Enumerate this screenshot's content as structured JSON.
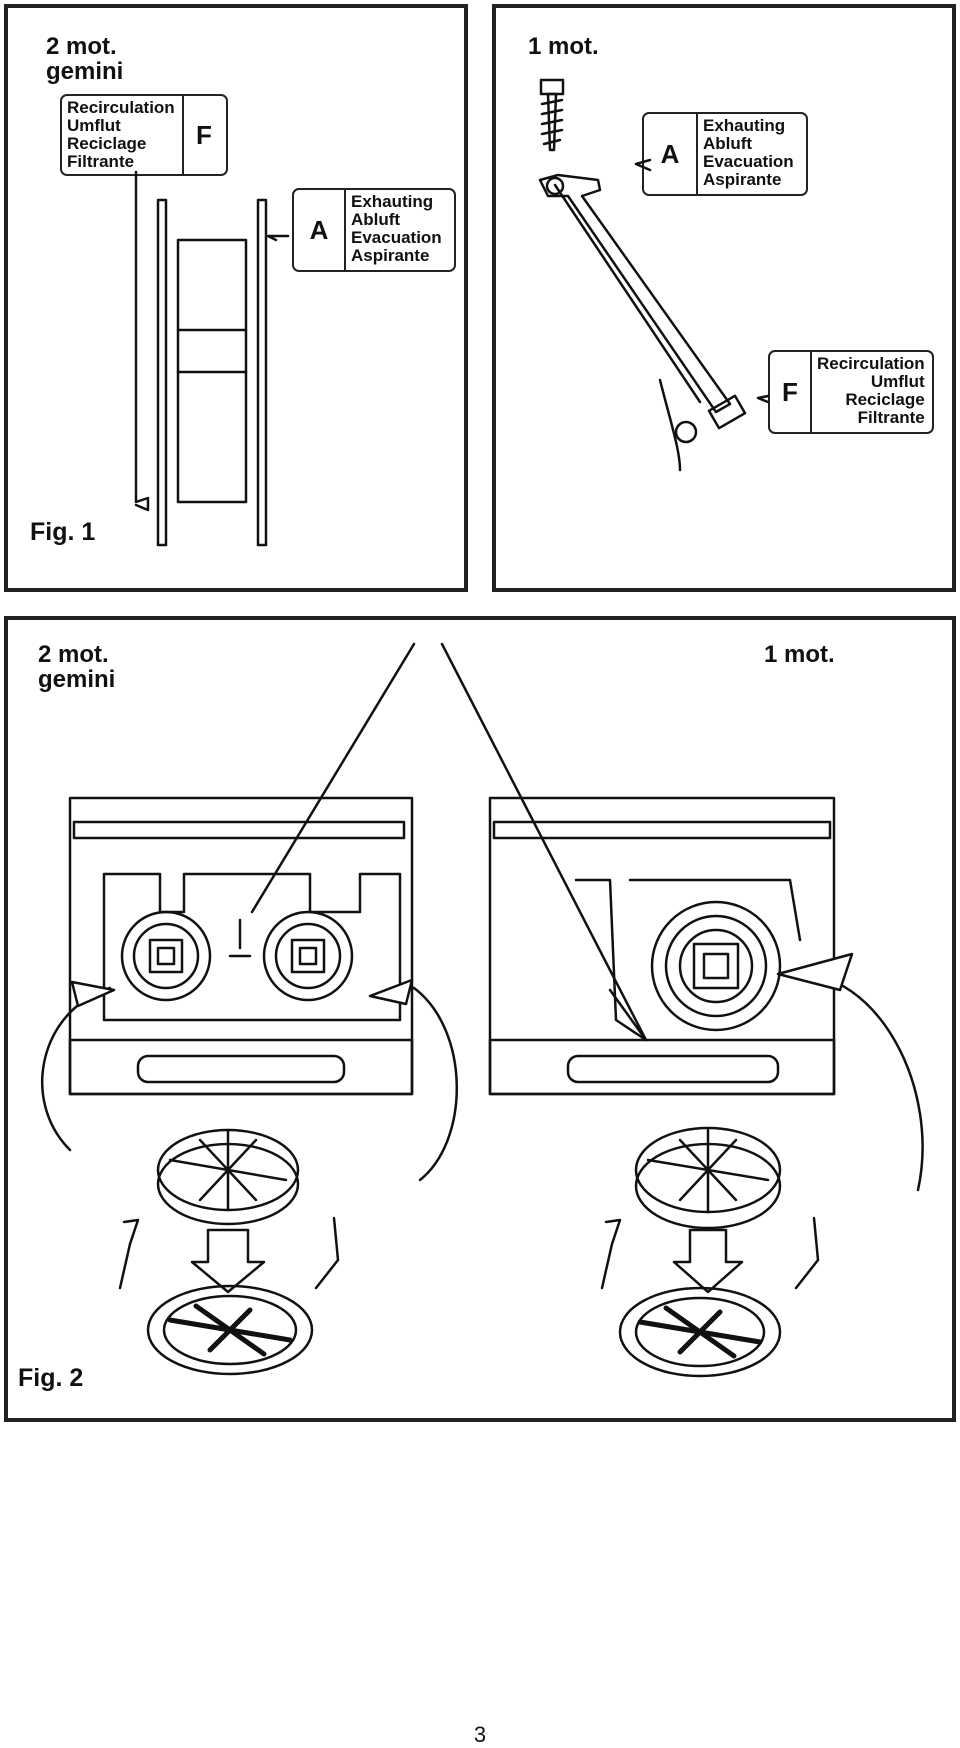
{
  "figure1": {
    "left": {
      "motor_label": "2 mot.\ngemini",
      "callout_f": {
        "letter": "F",
        "words": "Recirculation\nUmflut\nReciclage\nFiltrante"
      },
      "callout_a": {
        "letter": "A",
        "words": "Exhauting\nAbluft\nEvacuation\nAspirante"
      },
      "caption": "Fig. 1"
    },
    "right": {
      "motor_label": "1 mot.",
      "callout_a": {
        "letter": "A",
        "words": "Exhauting\nAbluft\nEvacuation\nAspirante"
      },
      "callout_f": {
        "letter": "F",
        "words": "Recirculation\nUmflut\nReciclage\nFiltrante"
      }
    }
  },
  "figure2": {
    "left_motor_label": "2 mot.\ngemini",
    "right_motor_label": "1 mot.",
    "caption": "Fig. 2"
  },
  "page_number": "3"
}
